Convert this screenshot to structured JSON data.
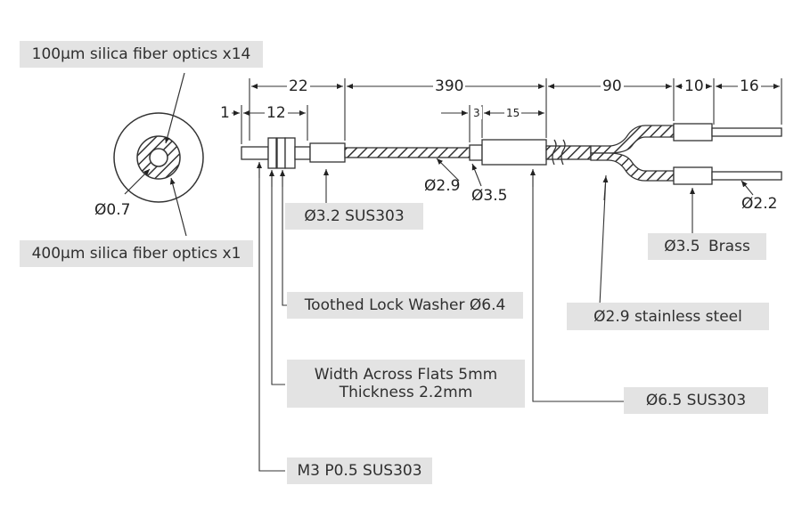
{
  "colors": {
    "label_bg": "#e3e3e3",
    "line": "#2b2b2b",
    "text": "#2f2f2f"
  },
  "labels": {
    "fiber_100": "100μm silica fiber optics x14",
    "fiber_400": "400μm silica fiber optics x1",
    "diam_07": "Ø0.7",
    "sus_32": "Ø3.2 SUS303",
    "washer": "Toothed Lock Washer Ø6.4",
    "flats": "Width Across Flats 5mm\nThickness 2.2mm",
    "m3": "M3 P0.5 SUS303",
    "brass_prefix": "Ø3.5 ",
    "brass_suffix": "Brass",
    "stainless": "Ø2.9 stainless steel",
    "sus_65": "Ø6.5 SUS303",
    "diam_29": "Ø2.9",
    "diam_35": "Ø3.5",
    "diam_22": "Ø2.2"
  },
  "dimensions": {
    "d22": "22",
    "d390": "390",
    "d90": "90",
    "d10": "10",
    "d16": "16",
    "d1": "1",
    "d12": "12",
    "d3": "3",
    "d15": "15"
  }
}
